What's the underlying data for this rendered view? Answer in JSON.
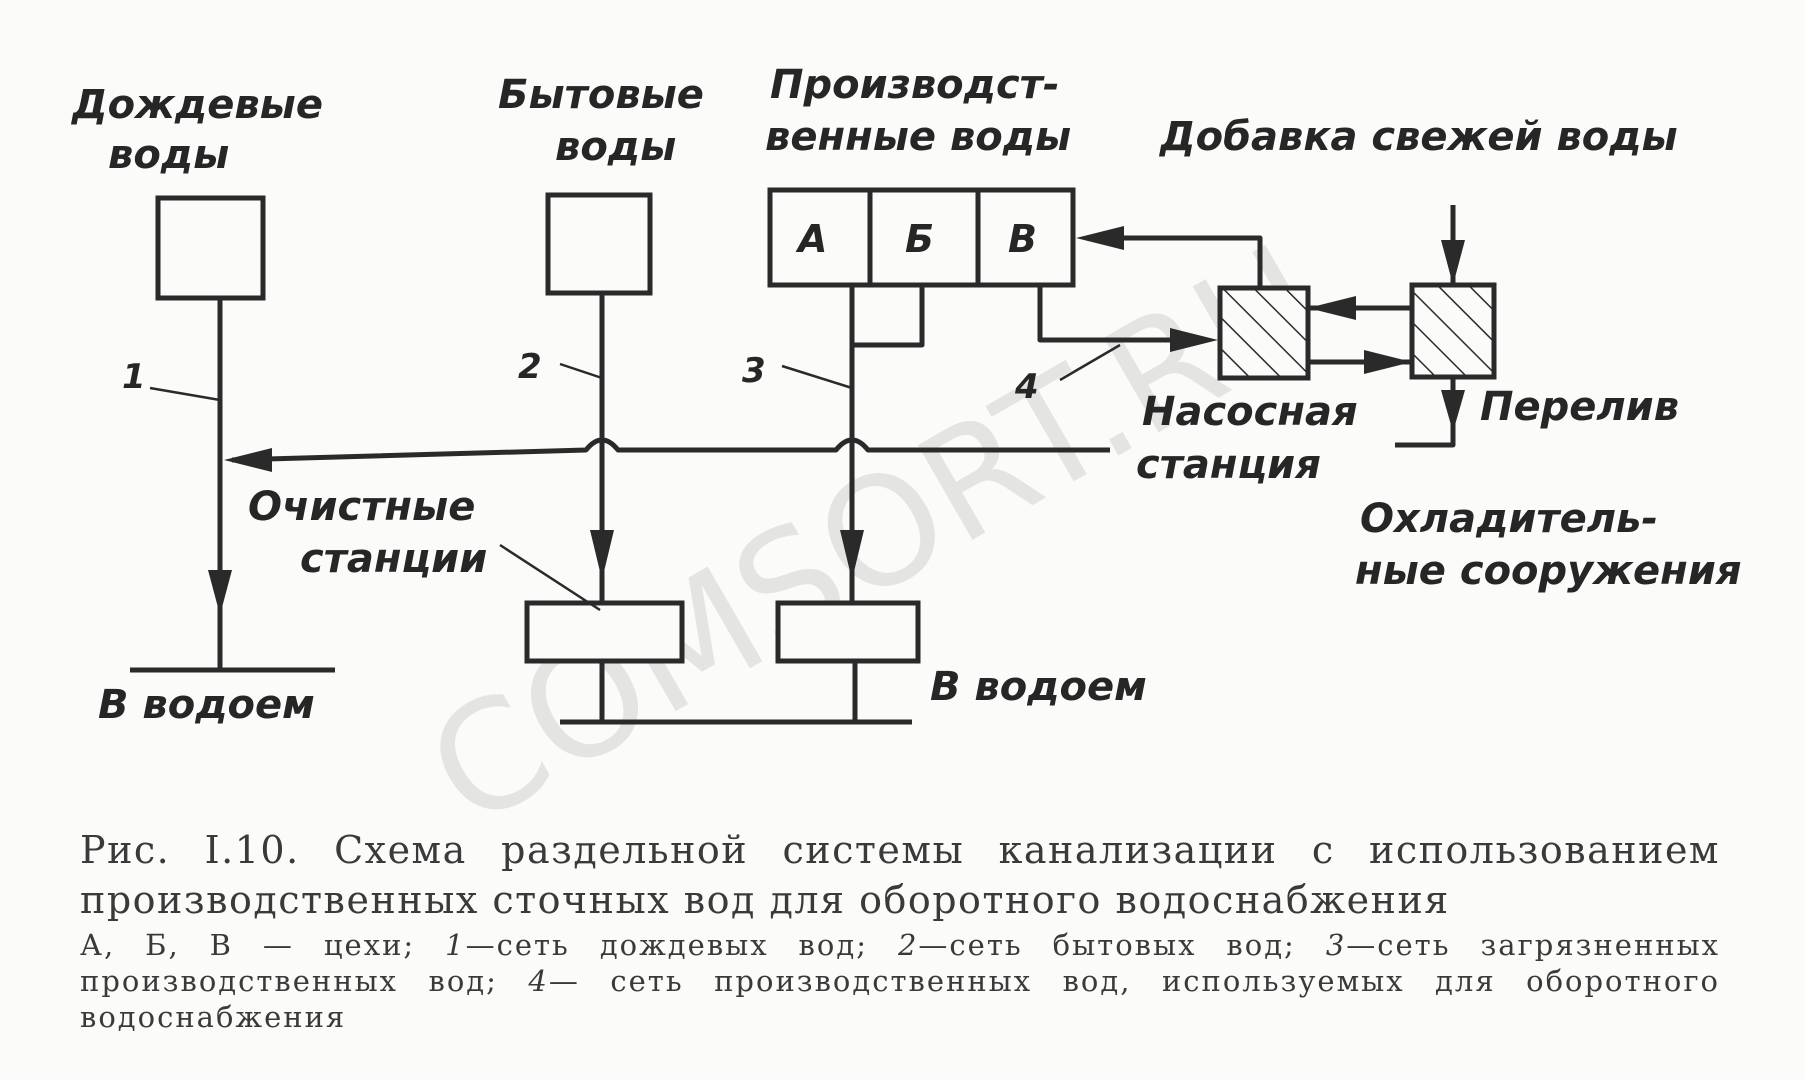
{
  "labels": {
    "rain_line1": "Дождевые",
    "rain_line2": "воды",
    "household_line1": "Бытовые",
    "household_line2": "воды",
    "industrial_line1": "Производст-",
    "industrial_line2": "венные воды",
    "fresh_water": "Добавка свежей воды",
    "pump_line1": "Насосная",
    "pump_line2": "станция",
    "overflow": "Перелив",
    "cooling_line1": "Охладитель-",
    "cooling_line2": "ные сооружения",
    "treatment_line1": "Очистные",
    "treatment_line2": "станции",
    "to_water_left": "В водоем",
    "to_water_right": "В водоем"
  },
  "boxes": {
    "shop_a": "А",
    "shop_b": "Б",
    "shop_c": "В"
  },
  "network_numbers": [
    "1",
    "2",
    "3",
    "4"
  ],
  "watermark": "COMSORT.RU",
  "caption": {
    "title": "Рис. I.10. Схема раздельной системы канализации с использованием производственных сточных вод для оборотного водоснабжения",
    "legend_prefix": "А, Б, В — цехи;",
    "n1": "1",
    "t1": "—сеть дождевых вод;",
    "n2": "2",
    "t2": "—сеть бытовых вод;",
    "n3": "3",
    "t3": "—сеть загрязненных производственных вод;",
    "n4": "4",
    "t4": "— сеть производственных вод, используемых для оборотного водоснабжения"
  }
}
